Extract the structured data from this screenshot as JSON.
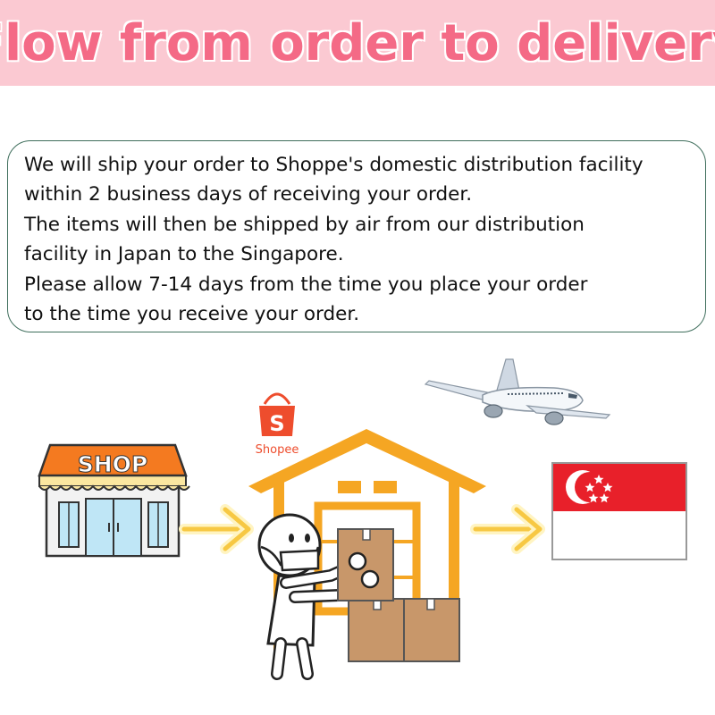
{
  "header": {
    "title": "Flow from order to delivery"
  },
  "info": {
    "lines": [
      "We will ship your order to Shoppe's domestic distribution facility",
      "within 2 business days of receiving your order.",
      "The items will then be shipped by air from our distribution",
      "facility in Japan to the Singapore.",
      "Please allow 7-14 days from the time you place your order",
      "to the time you receive your order."
    ]
  },
  "illustration": {
    "shop_sign": "SHOP",
    "shopee_logo_letter": "S",
    "shopee_logo_label": "Shopee",
    "colors": {
      "banner_bg": "#fbc9d2",
      "banner_text": "#f46a86",
      "warehouse": "#f5a623",
      "arrow": "#f7c843",
      "flag_red": "#e8202a",
      "box": "#c8976a",
      "shop_roof": "#f47a20"
    }
  }
}
